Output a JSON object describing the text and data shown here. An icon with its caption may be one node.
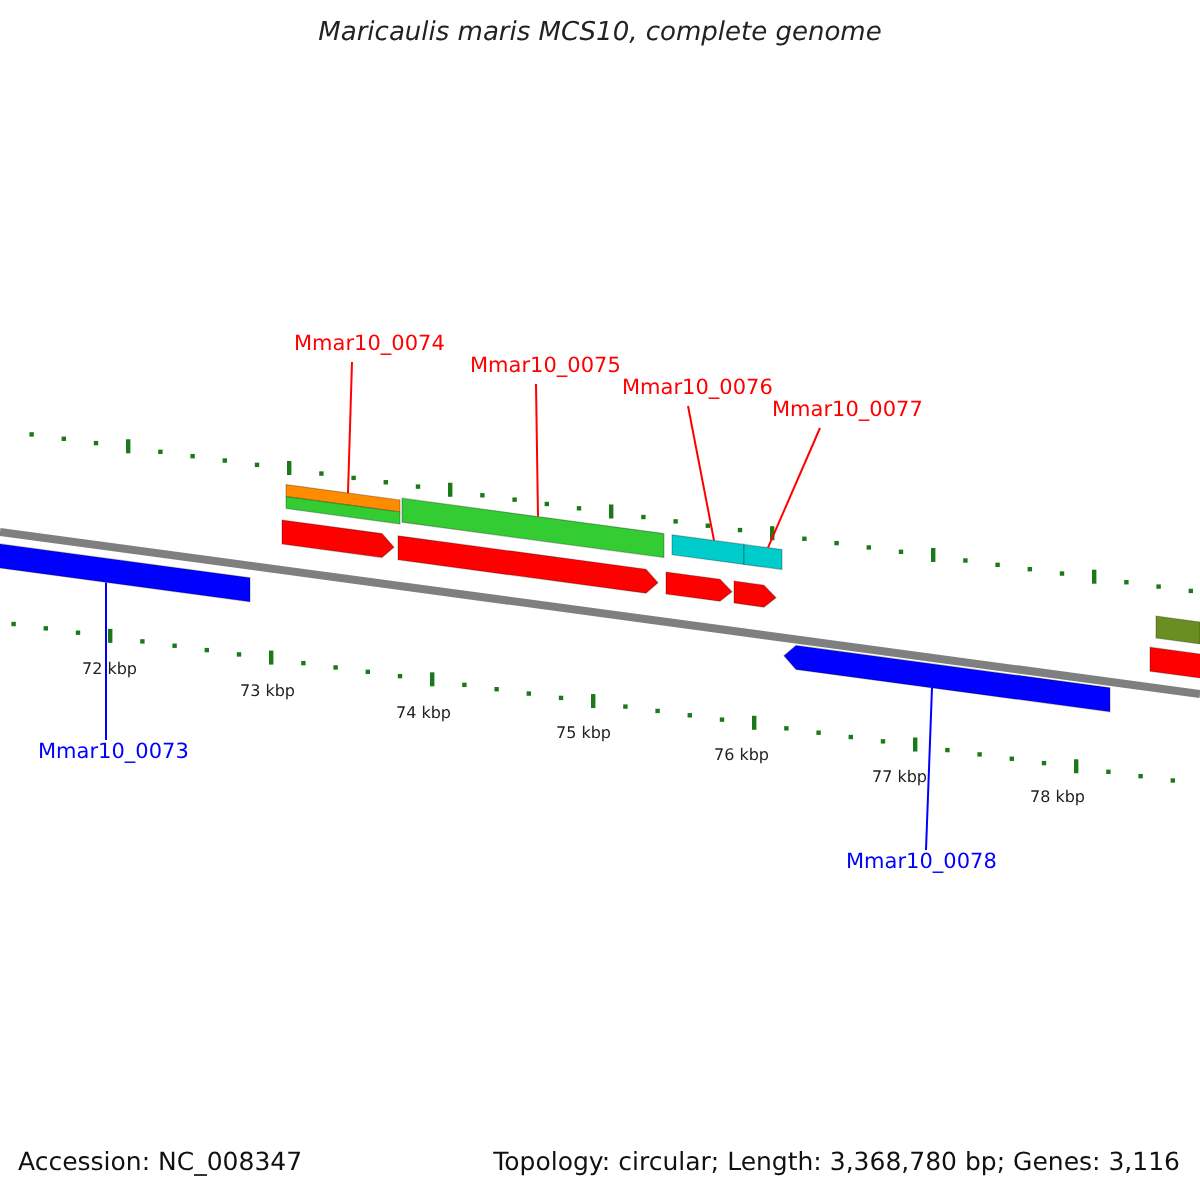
{
  "diagram": {
    "title": "Maricaulis maris MCS10, complete genome",
    "nodes": [
      {
        "text": [
          "Mmar10_0074"
        ]
      },
      {
        "text": [],
        "shape": "bar"
      },
      {
        "text": [
          "Mmar10_0075"
        ]
      },
      {
        "text": [],
        "shape": "bar"
      },
      {
        "text": [
          "Mmar10_0076"
        ]
      },
      {
        "text": [],
        "shape": "bar"
      },
      {
        "text": [
          "Mmar10_0077"
        ]
      },
      {
        "text": [],
        "shape": "bar"
      },
      {
        "text": [
          "Mmar10_0073"
        ]
      },
      {
        "text": [],
        "shape": "bar"
      },
      {
        "text": [
          "Mmar10_0078"
        ]
      },
      {
        "text": [],
        "shape": "bar"
      },
      {
        "text": [],
        "shape": "bar"
      },
      {
        "text": [],
        "shape": "bar"
      },
      {
        "text": [],
        "shape": "bar"
      },
      {
        "text": [],
        "shape": "bar"
      },
      {
        "text": [],
        "shape": "bar"
      },
      {
        "text": [],
        "shape": "bar"
      },
      {
        "text": [],
        "shape": "bar"
      }
    ],
    "edges": [
      {
        "from": 0,
        "to": 1,
        "arrow": "none"
      },
      {
        "from": 2,
        "to": 3,
        "arrow": "none"
      },
      {
        "from": 4,
        "to": 5,
        "arrow": "none"
      },
      {
        "from": 6,
        "to": 7,
        "arrow": "none"
      },
      {
        "from": 8,
        "to": 9,
        "arrow": "none",
        "color": "#0000ff"
      },
      {
        "from": 10,
        "to": 11,
        "arrow": "none",
        "color": "#0000ff"
      }
    ],
    "labels": [
      "72 kbp",
      "73 kbp",
      "74 kbp",
      "75 kbp",
      "76 kbp",
      "77 kbp",
      "78 kbp",
      "Accession: NC_008347",
      "Topology: circular; Length: 3,368,780 bp; Genes: 3,116"
    ]
  }
}
